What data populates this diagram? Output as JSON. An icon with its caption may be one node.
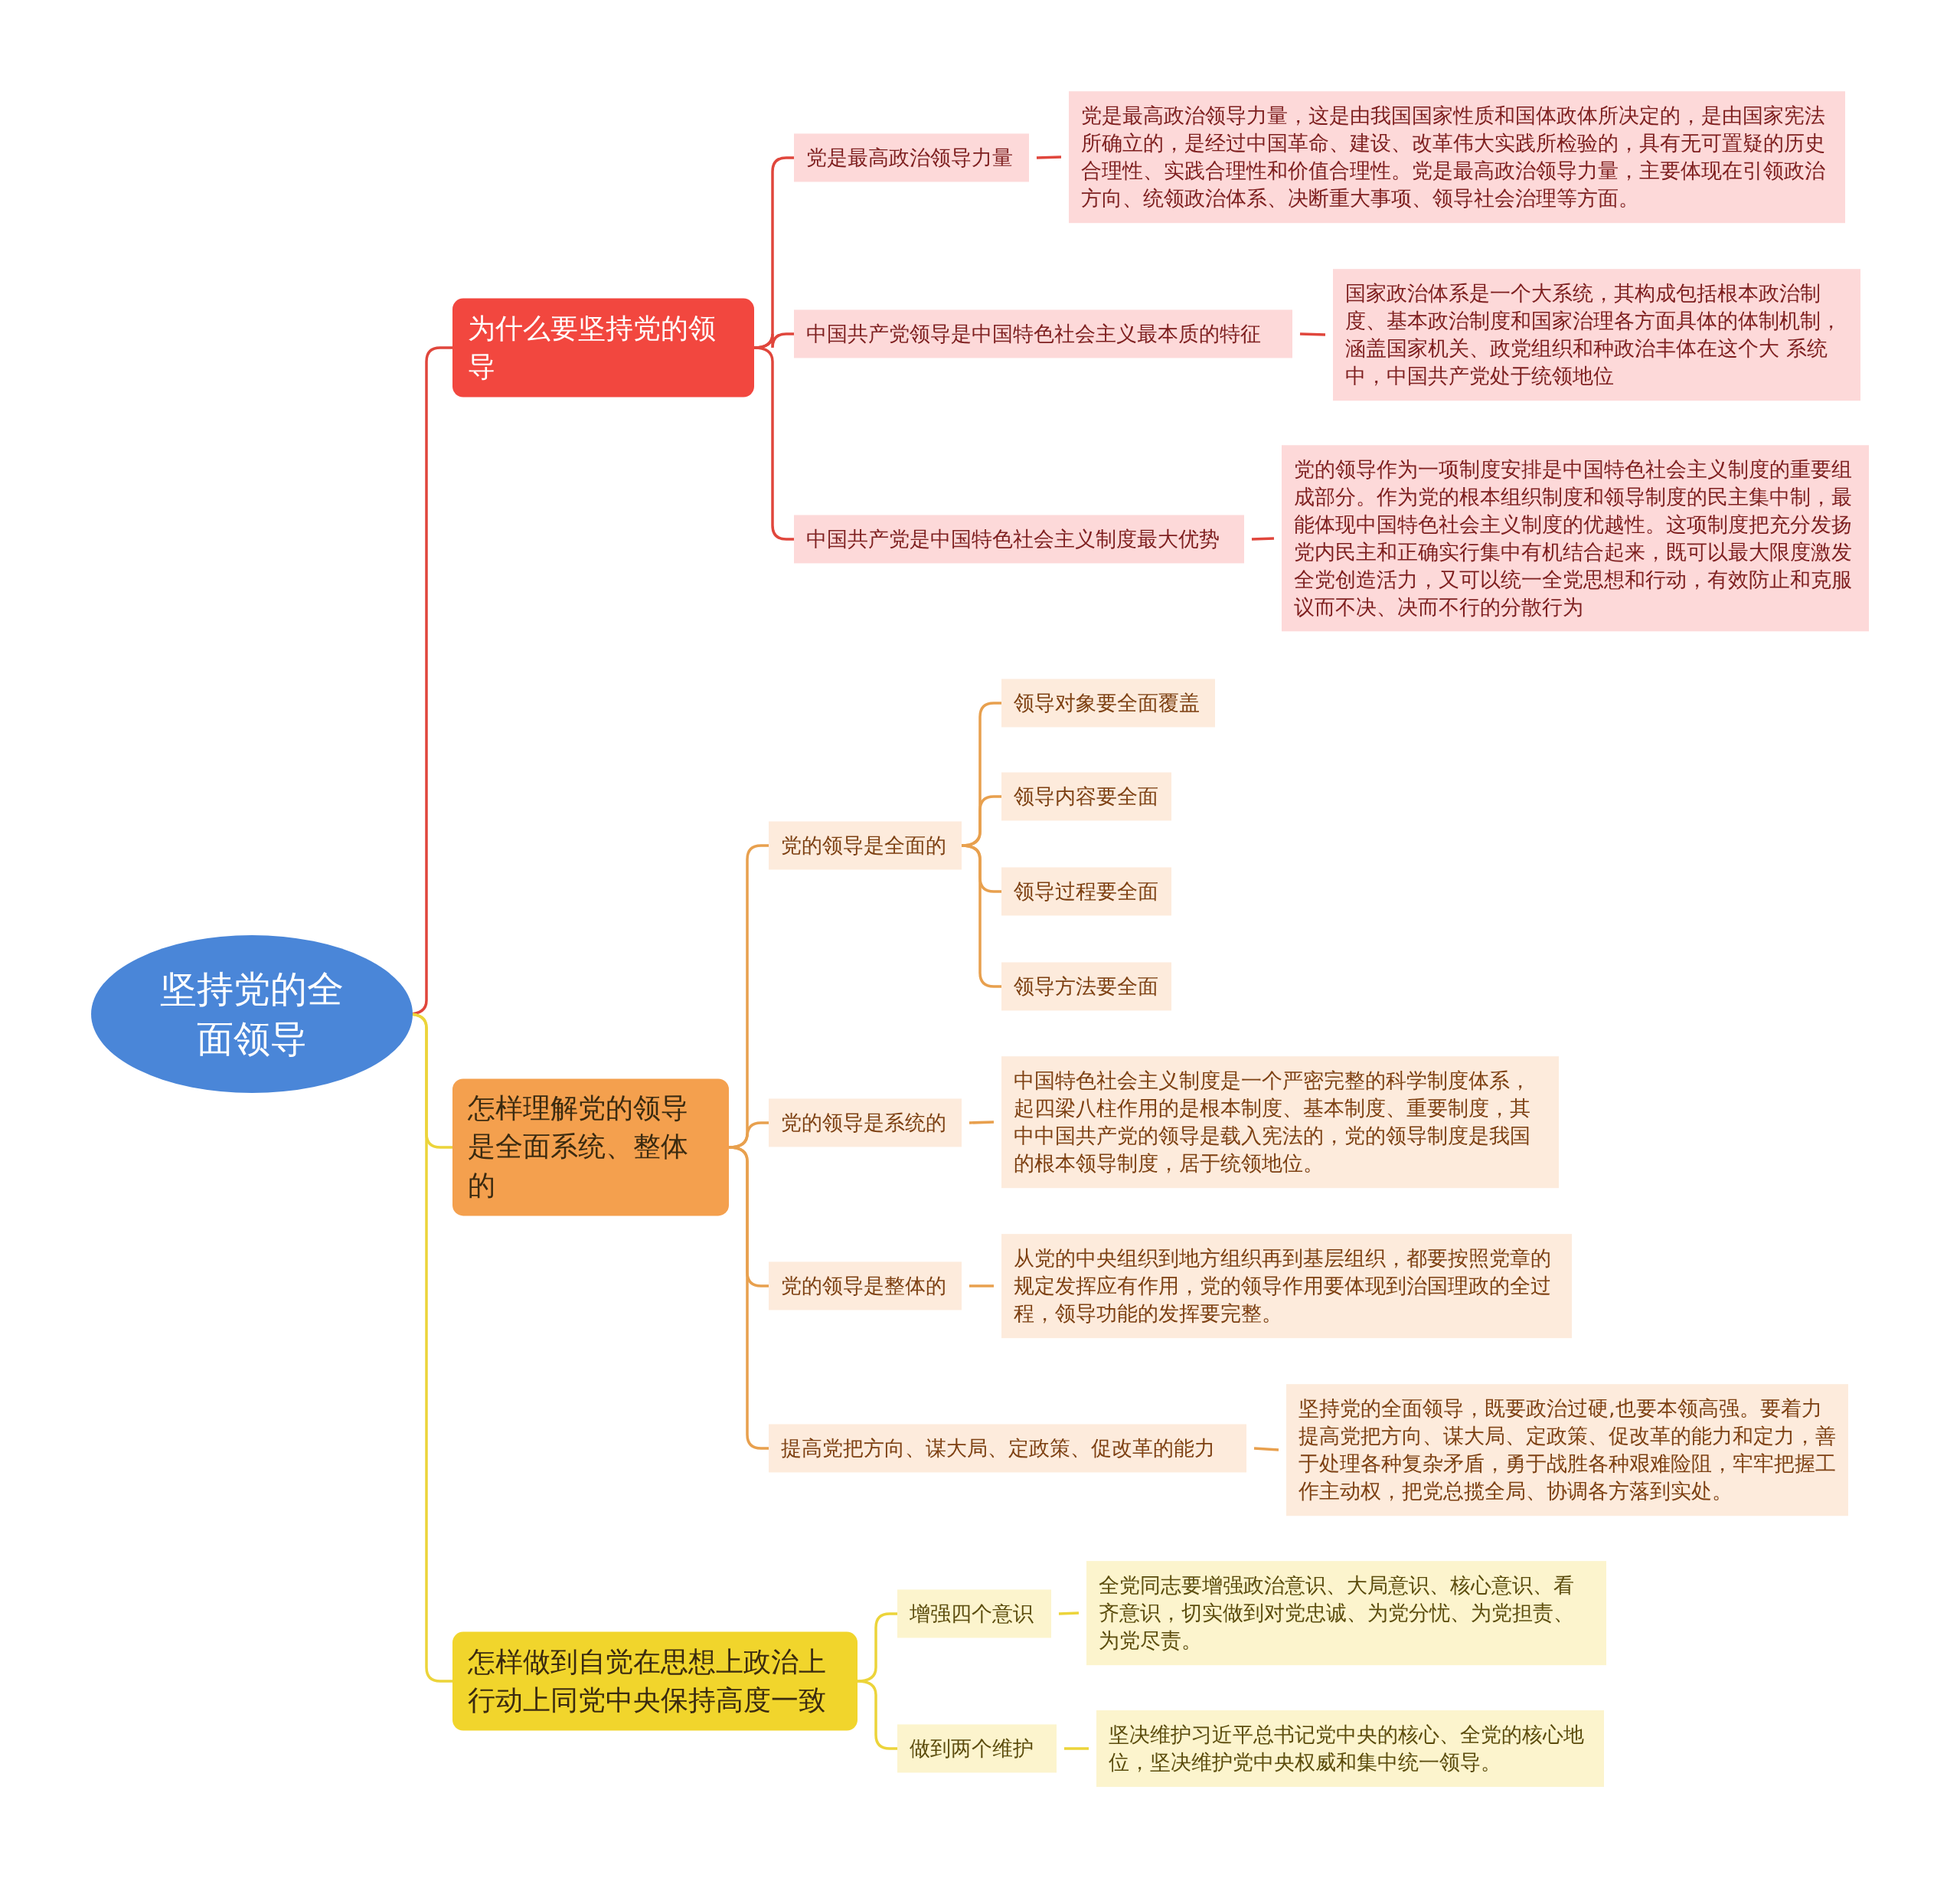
{
  "diagram": {
    "nodes": [
      {
        "text": [
          "坚持党的全面领导"
        ]
      },
      {
        "text": [
          "为什么要坚持党的领导"
        ]
      },
      {
        "text": [
          "党是最高政治领导力量"
        ]
      },
      {
        "text": [
          "党是最高政治领导力量，这是由我国国家性质和国体政体所决定的，是由国家宪法所确立的，是经过中国革命、建设、改革伟大实践所检验的，具有无可置疑的历史合理性、实践合理性和价值合理性。党是最高政治领导力量，主要体现在引领政治方向、统领政治体系、决断重大事项、领导社会治理等方面。"
        ]
      },
      {
        "text": [
          "中国共产党领导是中国特色社会主义最本质的特征"
        ]
      },
      {
        "text": [
          "国家政治体系是一个大系统，其构成包括根本政治制度、基本政治制度和国家治理各方面具体的体制机制，涵盖国家机关、政党组织和种政治丰体在这个大 系统中，中国共产党处于统领地位"
        ]
      },
      {
        "text": [
          "中国共产党是中国特色社会主义制度最大优势"
        ]
      },
      {
        "text": [
          "党的领导作为一项制度安排是中国特色社会主义制度的重要组成部分。作为党的根本组织制度和领导制度的民主集中制，最能体现中国特色社会主义制度的优越性。这项制度把充分发扬党内民主和正确实行集中有机结合起来，既可以最大限度激发全党创造活力，又可以统一全党思想和行动，有效防止和克服议而不决、决而不行的分散行为"
        ]
      },
      {
        "text": [
          "怎样理解党的领导是全面系统、整体的"
        ]
      },
      {
        "text": [
          "党的领导是全面的"
        ]
      },
      {
        "text": [
          "领导对象要全面覆盖"
        ]
      },
      {
        "text": [
          "领导内容要全面"
        ]
      },
      {
        "text": [
          "领导过程要全面"
        ]
      },
      {
        "text": [
          "领导方法要全面"
        ]
      },
      {
        "text": [
          "党的领导是系统的"
        ]
      },
      {
        "text": [
          "中国特色社会主义制度是一个严密完整的科学制度体系，起四梁八柱作用的是根本制度、基本制度、重要制度，其中中国共产党的领导是载入宪法的，党的领导制度是我国的根本领导制度，居于统领地位。"
        ]
      },
      {
        "text": [
          "党的领导是整体的"
        ]
      },
      {
        "text": [
          "从党的中央组织到地方组织再到基层组织，都要按照党章的规定发挥应有作用，党的领导作用要体现到治国理政的全过程，领导功能的发挥要完整。"
        ]
      },
      {
        "text": [
          "提高党把方向、谋大局、定政策、促改革的能力"
        ]
      },
      {
        "text": [
          "坚持党的全面领导，既要政治过硬,也要本领高强。要着力提高党把方向、谋大局、定政策、促改革的能力和定力，善于处理各种复杂矛盾，勇于战胜各种艰难险阻，牢牢把握工作主动权，把党总揽全局、协调各方落到实处。"
        ]
      },
      {
        "text": [
          "怎样做到自觉在思想上政治上行动上同党中央保持高度一致"
        ]
      },
      {
        "text": [
          "增强四个意识"
        ]
      },
      {
        "text": [
          "全党同志要增强政治意识、大局意识、核心意识、看齐意识，切实做到对党忠诚、为党分忧、为党担责、为党尽责。"
        ]
      },
      {
        "text": [
          "做到两个维护"
        ]
      },
      {
        "text": [
          "坚决维护习近平总书记党中央的核心、全党的核心地位，坚决维护党中央权威和集中统一领导。"
        ]
      }
    ],
    "edges": [
      {
        "from": 0,
        "to": 1,
        "arrow": "none",
        "color": "#e0463c"
      },
      {
        "from": 0,
        "to": 8,
        "arrow": "none",
        "color": "#ecd43a"
      },
      {
        "from": 0,
        "to": 20,
        "arrow": "none",
        "color": "#ecd43a"
      },
      {
        "from": 1,
        "to": 2,
        "arrow": "none",
        "color": "#e0463c"
      },
      {
        "from": 1,
        "to": 4,
        "arrow": "none",
        "color": "#e0463c"
      },
      {
        "from": 1,
        "to": 6,
        "arrow": "none",
        "color": "#e0463c"
      },
      {
        "from": 2,
        "to": 3,
        "arrow": "none",
        "color": "#e0463c"
      },
      {
        "from": 4,
        "to": 5,
        "arrow": "none",
        "color": "#e0463c"
      },
      {
        "from": 6,
        "to": 7,
        "arrow": "none",
        "color": "#e0463c"
      },
      {
        "from": 8,
        "to": 9,
        "arrow": "none"
      },
      {
        "from": 8,
        "to": 14,
        "arrow": "none"
      },
      {
        "from": 8,
        "to": 16,
        "arrow": "none"
      },
      {
        "from": 8,
        "to": 18,
        "arrow": "none"
      },
      {
        "from": 9,
        "to": 10,
        "arrow": "none"
      },
      {
        "from": 9,
        "to": 11,
        "arrow": "none"
      },
      {
        "from": 9,
        "to": 12,
        "arrow": "none"
      },
      {
        "from": 9,
        "to": 13,
        "arrow": "none"
      },
      {
        "from": 14,
        "to": 15,
        "arrow": "none"
      },
      {
        "from": 16,
        "to": 17,
        "arrow": "none"
      },
      {
        "from": 18,
        "to": 19,
        "arrow": "none"
      },
      {
        "from": 20,
        "to": 21,
        "arrow": "none",
        "color": "#ecd43a"
      },
      {
        "from": 20,
        "to": 23,
        "arrow": "none",
        "color": "#ecd43a"
      },
      {
        "from": 21,
        "to": 22,
        "arrow": "none",
        "color": "#ecd43a"
      },
      {
        "from": 23,
        "to": 24,
        "arrow": "none",
        "color": "#ecd43a"
      }
    ]
  }
}
